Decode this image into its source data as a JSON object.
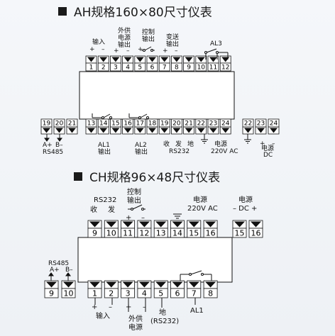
{
  "titles": {
    "ah": "AH规格160×80尺寸仪表",
    "ch": "CH规格96×48尺寸仪表"
  },
  "ah_labels": {
    "input_plus": "+",
    "input_minus": "–",
    "input_lbl": "输入",
    "ext_power_plus": "+",
    "ext_power_minus": "–",
    "ext_power_l1": "外供",
    "ext_power_l2": "电源",
    "ext_power_l3": "输出",
    "ctrl_plus": "+",
    "ctrl_minus": "–",
    "ctrl_l1": "控制",
    "ctrl_l2": "输出",
    "tx_plus": "+",
    "tx_minus": "–",
    "tx_l1": "变送",
    "tx_l2": "输出",
    "al3": "AL3",
    "rs485_a": "A+",
    "rs485_b": "B–",
    "rs485": "RS485",
    "al1_l1": "AL1",
    "al1_l2": "输出",
    "al2_l1": "AL2",
    "al2_l2": "输出",
    "recv": "收",
    "send": "发",
    "gnd": "地",
    "rs232": "RS232",
    "ac_l1": "电源",
    "ac_l2": "220V AC",
    "dc_plus": "+",
    "dc_minus": "–",
    "dc_l1": "电源",
    "dc_l2": "DC"
  },
  "ah_terminals": {
    "top": [
      "1",
      "2",
      "3",
      "4",
      "5",
      "6",
      "7",
      "8",
      "9",
      "10",
      "11",
      "12"
    ],
    "bottom": [
      "13",
      "14",
      "15",
      "16",
      "17",
      "18",
      "19",
      "20",
      "21",
      "22",
      "23",
      "24"
    ],
    "left_ext": [
      "19",
      "20",
      "21"
    ],
    "right_ext": [
      "22",
      "23",
      "24"
    ]
  },
  "ch_labels": {
    "rs232": "RS232",
    "recv": "收",
    "send": "发",
    "ctrl_l1": "控制",
    "ctrl_l2": "输出",
    "ctrl_plus": "+",
    "ctrl_minus": "–",
    "ac_l1": "电源",
    "ac_l2": "220V AC",
    "dc_l1": "电源",
    "dc_l2": "– DC +",
    "rs485": "RS485",
    "rs485_a": "A+",
    "rs485_b": "B–",
    "input_plus": "+",
    "input_minus": "–",
    "input_lbl": "输入",
    "ext_plus": "+",
    "ext_minus": "–",
    "ext_l1": "外供",
    "ext_l2": "电源",
    "gnd_l1": "地",
    "gnd_l2": "(RS232)",
    "al1": "AL1"
  },
  "ch_terminals": {
    "top": [
      "9",
      "10",
      "11",
      "12",
      "13",
      "14",
      "15",
      "16"
    ],
    "dc": [
      "15",
      "16"
    ],
    "rs485": [
      "9",
      "10"
    ],
    "bottom": [
      "1",
      "2",
      "3",
      "4",
      "5",
      "6",
      "7",
      "8"
    ]
  }
}
